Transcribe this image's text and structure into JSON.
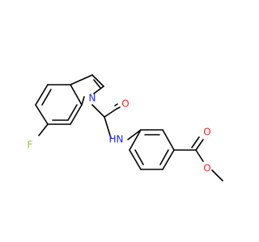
{
  "atoms": {
    "fluorine": {
      "symbol": "F",
      "color": "#8fc43c"
    },
    "indole_nitrogen": {
      "symbol": "N",
      "color": "#1f24ff"
    },
    "amide_nitrogen": {
      "symbol": "N",
      "color": "#1f24ff"
    },
    "amide_hydrogen": {
      "symbol": "H",
      "color": "#1f24ff"
    },
    "amide_oxygen": {
      "symbol": "O",
      "color": "#ff1f1f"
    },
    "ester_carbonyl_oxygen": {
      "symbol": "O",
      "color": "#ff1f1f"
    },
    "ester_ether_oxygen": {
      "symbol": "O",
      "color": "#ff1f1f"
    }
  }
}
